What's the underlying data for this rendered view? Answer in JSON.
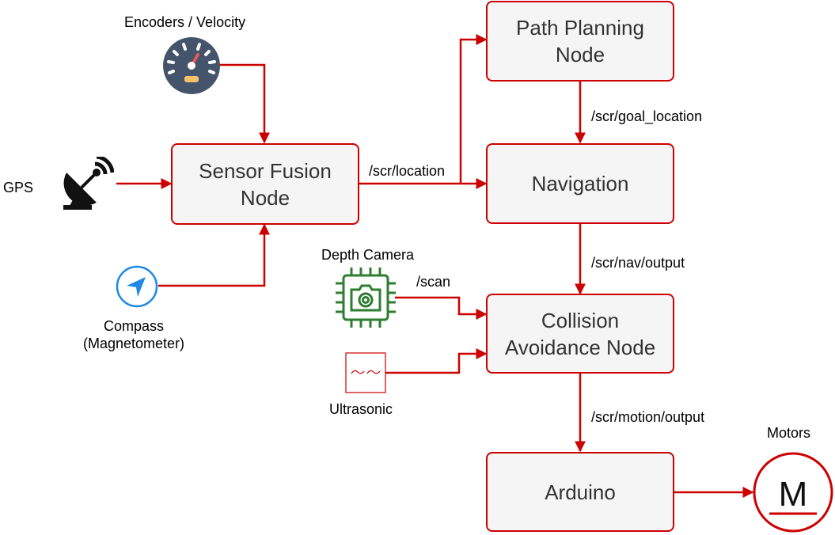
{
  "nodes": {
    "sensor_fusion": [
      "Sensor Fusion",
      "Node"
    ],
    "path_planning": [
      "Path Planning",
      "Node"
    ],
    "navigation": "Navigation",
    "collision": [
      "Collision",
      "Avoidance Node"
    ],
    "arduino": "Arduino"
  },
  "sensors": {
    "encoders": "Encoders / Velocity",
    "gps": "GPS",
    "compass": [
      "Compass",
      "(Magnetometer)"
    ],
    "depth_camera": "Depth Camera",
    "ultrasonic": "Ultrasonic",
    "motors": "Motors",
    "motor_symbol": "M"
  },
  "topics": {
    "location": "/scr/location",
    "goal_location": "/scr/goal_location",
    "nav_output": "/scr/nav/output",
    "scan": "/scan",
    "motion_output": "/scr/motion/output"
  },
  "colors": {
    "edge": "#cc0000",
    "node_fill": "#f5f5f5",
    "gauge": "#44546a",
    "compass": "#1e88e5",
    "camera": "#2e7d32"
  },
  "icons": [
    "gauge-icon",
    "satellite-dish-icon",
    "compass-icon",
    "camera-chip-icon",
    "ultrasonic-wave-icon",
    "motor-icon"
  ]
}
